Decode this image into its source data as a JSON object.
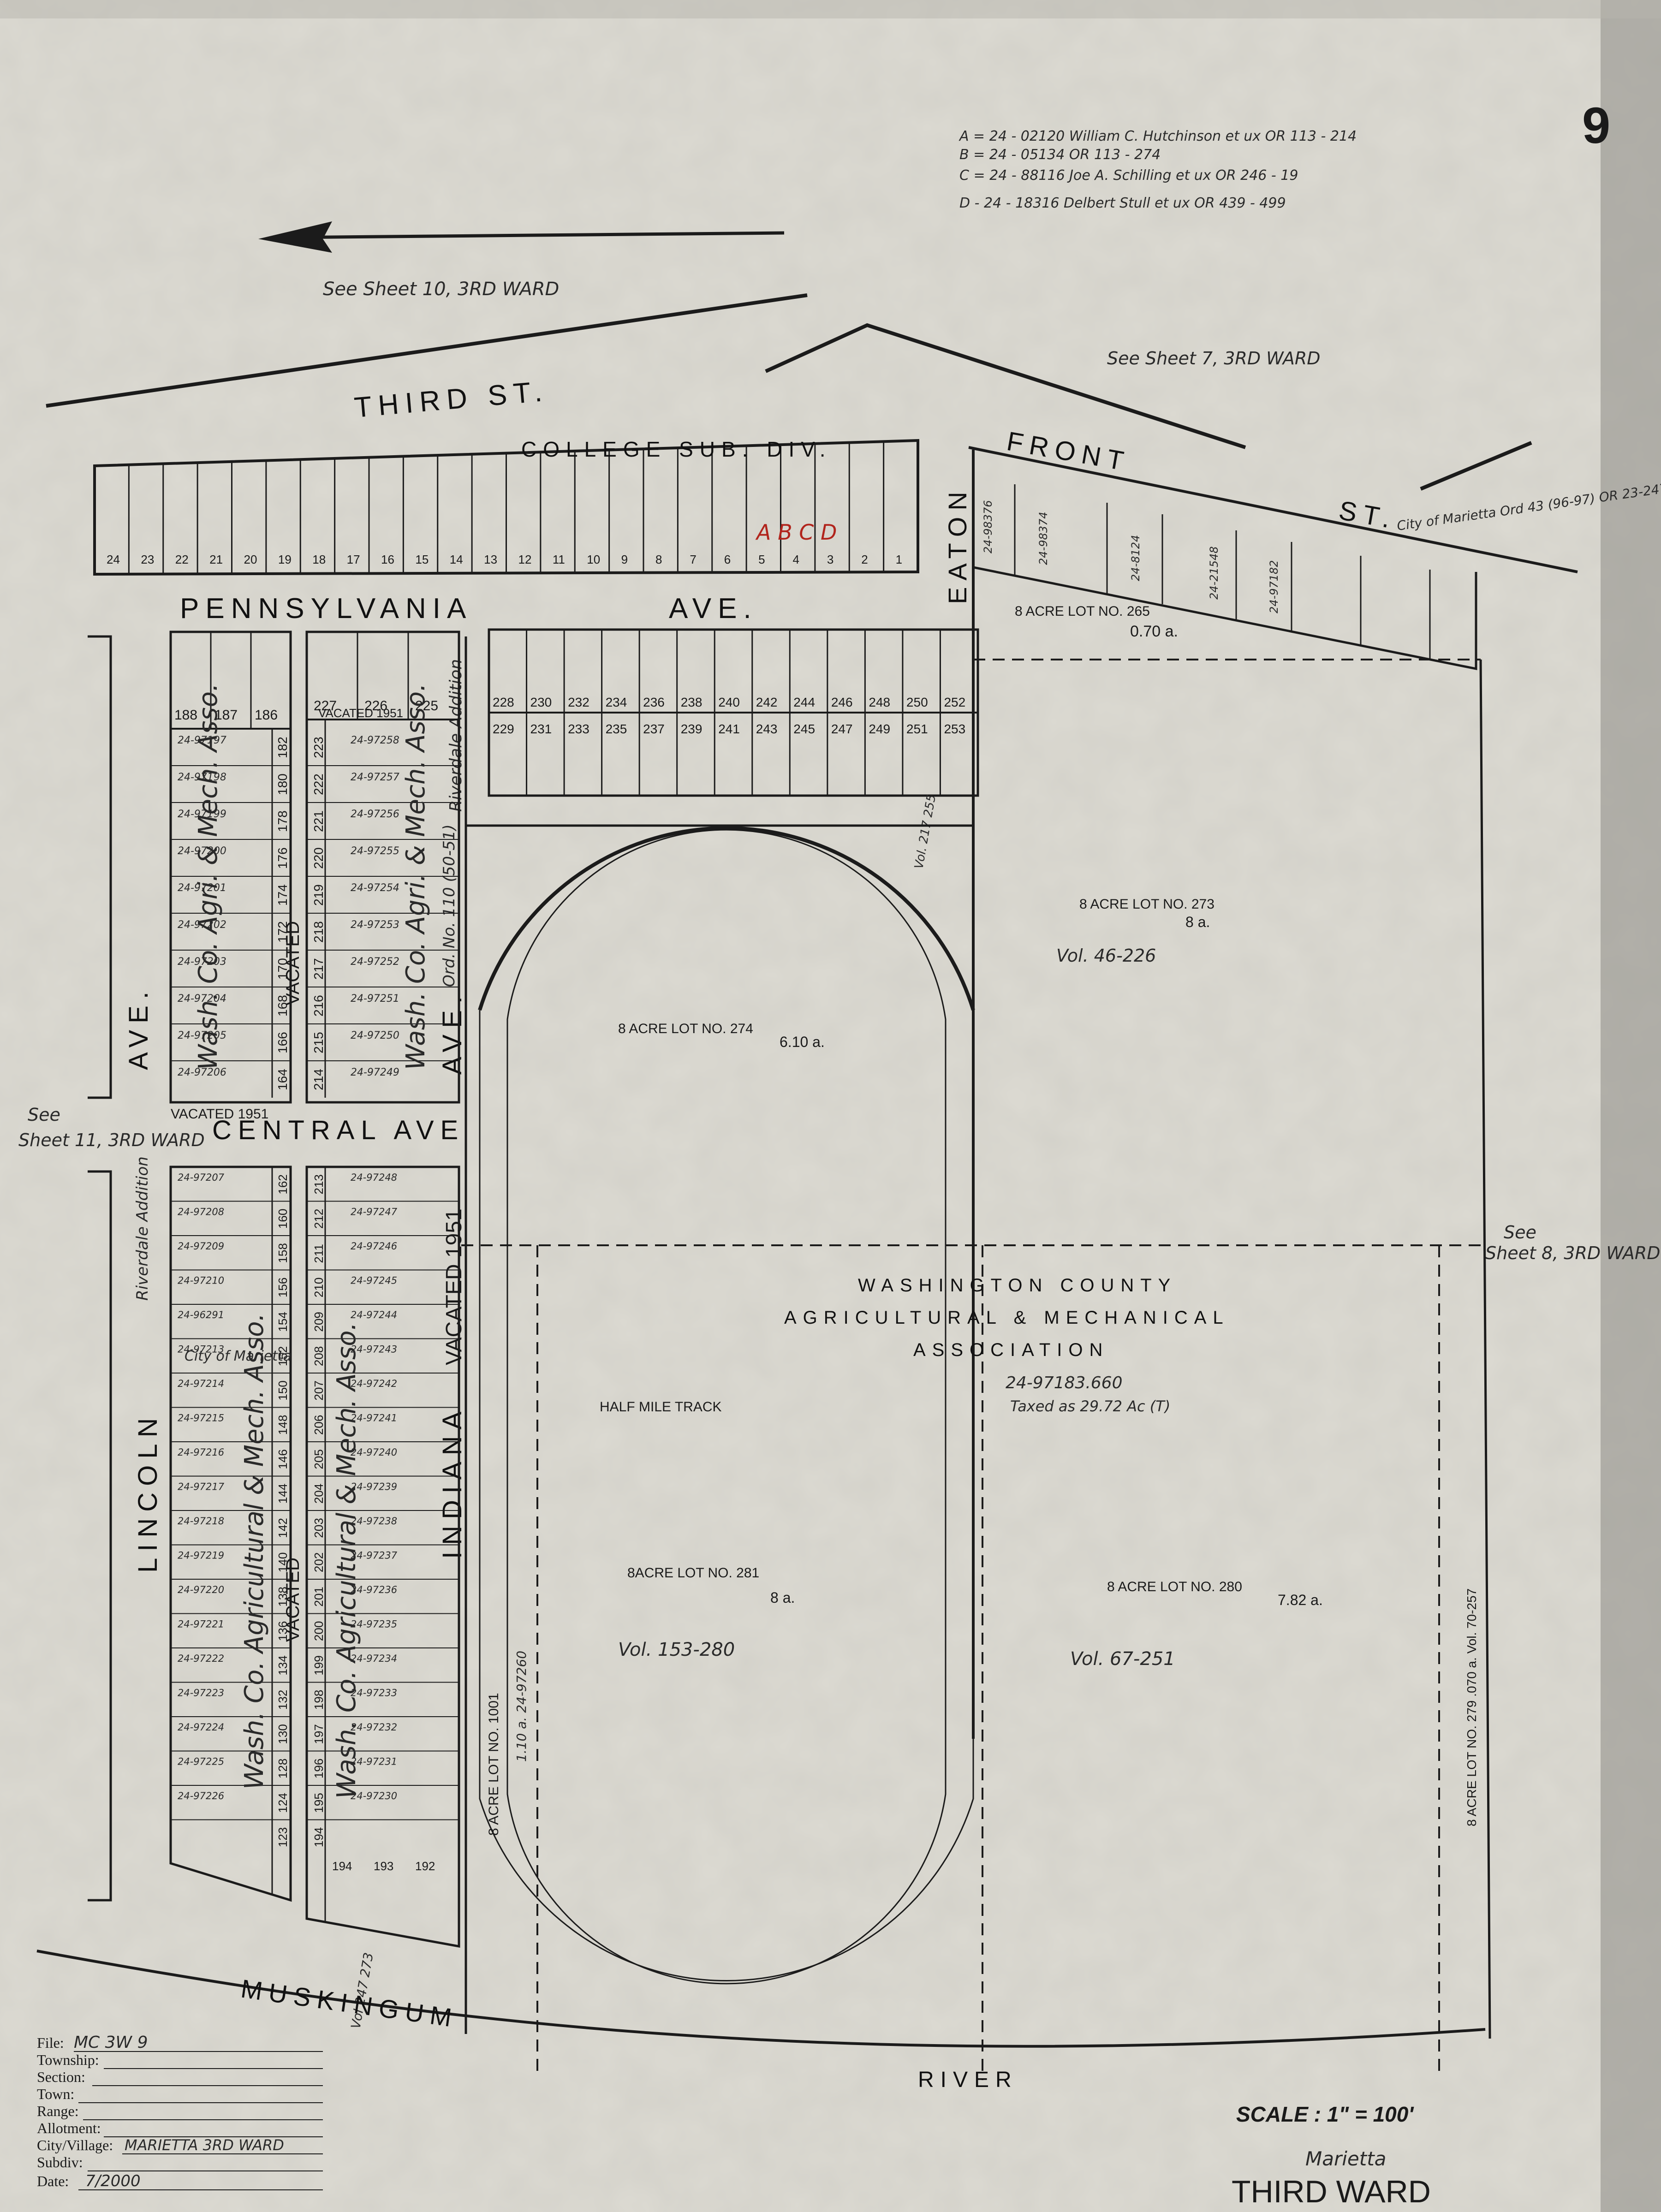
{
  "sheet_number": "9",
  "legend_lines": [
    "A = 24 - 02120 William C. Hutchinson et ux OR 113 - 214",
    "B = 24 - 05134 OR 113 - 274",
    "C = 24 - 88116 Joe A. Schilling et ux OR 246 - 19",
    "D - 24 - 18316 Delbert Stull et ux OR 439 - 499"
  ],
  "refs": {
    "sheet10": "See Sheet 10, 3RD WARD",
    "sheet7": "See Sheet 7, 3RD WARD",
    "sheet11a": "See",
    "sheet11b": "Sheet 11, 3RD WARD",
    "sheet8a": "See",
    "sheet8b": "Sheet 8, 3RD WARD"
  },
  "streets": {
    "third": "THIRD ST.",
    "front": "FRONT",
    "front_st": "ST.",
    "pennsylvania": "PENNSYLVANIA",
    "penn_ave": "AVE.",
    "eaton": "EATON",
    "central": "CENTRAL AVE",
    "lincoln": "LINCOLN",
    "lincoln_ave": "AVE.",
    "indiana": "INDIANA",
    "indiana_ave": "AVE.",
    "vacated_indiana": "VACATED 1951",
    "vacated_central": "VACATED 1951",
    "vacated_alley_top": "VACATED 1951",
    "vacated_alley_mid": "VACATED",
    "vacated_alley_low": "VACATED",
    "college": "COLLEGE SUB. DIV.",
    "river1": "MUSKINGUM",
    "river2": "RIVER"
  },
  "additions": {
    "riverdale_top": "Riverdale Addition",
    "riverdale_left": "Riverdale Addition",
    "ord": "Ord. No. 110 (50-51)",
    "city_marietta": "City of Marietta Ord 43 (96-97) OR 23-247",
    "city_marietta_left": "City of Marietta"
  },
  "owners": {
    "wash_top_left": "Wash. Co. Agri. & Mech. Asso.",
    "wash_top_right": "Wash. Co. Agri. & Mech. Asso.",
    "wash_low_left": "Wash. Co. Agricultural & Mech. Asso.",
    "wash_low_right": "Wash. Co. Agricultural & Mech. Asso."
  },
  "lots": {
    "lot265": "8 ACRE LOT NO. 265",
    "lot265_area": "0.70 a.",
    "lot273": "8 ACRE LOT NO. 273",
    "lot273_area": "8 a.",
    "lot273_vol": "Vol. 46-226",
    "lot274": "8 ACRE LOT NO. 274",
    "lot274_area": "6.10 a.",
    "lot281": "8ACRE LOT NO. 281",
    "lot281_area": "8 a.",
    "lot281_vol": "Vol. 153-280",
    "lot280": "8 ACRE LOT NO. 280",
    "lot280_area": "7.82 a.",
    "lot280_vol": "Vol. 67-251",
    "lot1001": "8 ACRE LOT NO. 1001",
    "lot1001_area": "1.10 a. 24-97260",
    "lot279": "8 ACRE LOT NO. 279 .070 a. Vol. 70-257",
    "half_mile": "HALF MILE TRACK",
    "vol_small": "Vol. 217 255"
  },
  "association": {
    "line1": "WASHINGTON COUNTY",
    "line2": "AGRICULTURAL & MECHANICAL",
    "line3": "ASSOCIATION",
    "parcel": "24-97183.660",
    "taxed": "Taxed as 29.72 Ac (T)"
  },
  "lot_numbers": {
    "penn_north": [
      "24",
      "23",
      "22",
      "21",
      "20",
      "19",
      "18",
      "17",
      "16",
      "15",
      "14",
      "13",
      "12",
      "11",
      "10",
      "9",
      "8",
      "7",
      "6",
      "5",
      "4",
      "3",
      "2",
      "1"
    ],
    "penn_south_top": [
      "228",
      "230",
      "232",
      "234",
      "236",
      "238",
      "240",
      "242",
      "244",
      "246",
      "248",
      "250",
      "252"
    ],
    "penn_south_bot": [
      "229",
      "231",
      "233",
      "235",
      "237",
      "239",
      "241",
      "243",
      "245",
      "247",
      "249",
      "251",
      "253"
    ],
    "left_top_row": [
      "188",
      "187",
      "186"
    ],
    "mid_top_row": [
      "227",
      "226",
      "225"
    ],
    "left_col_a": [
      "182",
      "180",
      "178",
      "176",
      "174",
      "172",
      "170",
      "168",
      "166",
      "164"
    ],
    "mid_col_a": [
      "223",
      "222",
      "221",
      "220",
      "219",
      "218",
      "217",
      "216",
      "215",
      "214"
    ],
    "left_col_b": [
      "162",
      "160",
      "158",
      "156",
      "154",
      "152",
      "150",
      "148",
      "146",
      "144",
      "142",
      "140",
      "138",
      "136",
      "134",
      "132",
      "130",
      "128",
      "124",
      "123"
    ],
    "mid_col_b": [
      "213",
      "212",
      "211",
      "210",
      "209",
      "208",
      "207",
      "206",
      "205",
      "204",
      "203",
      "202",
      "201",
      "200",
      "199",
      "198",
      "197",
      "196",
      "195",
      "194"
    ],
    "bottom_row": [
      "194",
      "193",
      "192"
    ]
  },
  "parcels": {
    "left_col_a": [
      "24-97197",
      "24-97198",
      "24-97199",
      "24-97200",
      "24-97201",
      "24-97202",
      "24-97203",
      "24-97204",
      "24-97205",
      "24-97206"
    ],
    "mid_col_a": [
      "24-97258",
      "24-97257",
      "24-97256",
      "24-97255",
      "24-97254",
      "24-97253",
      "24-97252",
      "24-97251",
      "24-97250",
      "24-97249"
    ],
    "left_col_b": [
      "24-97207",
      "24-97208",
      "24-97209",
      "24-97210",
      "24-96291",
      "24-97213",
      "24-97214",
      "24-97215",
      "24-97216",
      "24-97217",
      "24-97218",
      "24-97219",
      "24-97220",
      "24-97221",
      "24-97222",
      "24-97223",
      "24-97224",
      "24-97225",
      "24-97226"
    ],
    "mid_col_b": [
      "24-97248",
      "24-97247",
      "24-97246",
      "24-97245",
      "24-97244",
      "24-97243",
      "24-97242",
      "24-97241",
      "24-97240",
      "24-97239",
      "24-97238",
      "24-97237",
      "24-97236",
      "24-97235",
      "24-97234",
      "24-97233",
      "24-97232",
      "24-97231",
      "24-97230"
    ]
  },
  "frontst": {
    "p1": "24-98376",
    "p2": "24-8124",
    "p3": "24-21548",
    "p4": "24-97182",
    "p5": "24-98374",
    "marks": "A B C D"
  },
  "scale": "SCALE : 1\" = 100'",
  "title_small": "Marietta",
  "title": "THIRD WARD",
  "info_block": {
    "file_label": "File:",
    "file_value": "MC 3W 9",
    "township_label": "Township:",
    "section_label": "Section:",
    "town_label": "Town:",
    "range_label": "Range:",
    "allotment_label": "Allotment:",
    "city_label": "City/Village:",
    "city_value": "MARIETTA 3RD WARD",
    "subdiv_label": "Subdiv:",
    "date_label": "Date:",
    "date_value": "7/2000"
  },
  "vol_bottom": "Vol 247 273",
  "colors": {
    "paper": "#d9d7cf",
    "ink": "#1b1b1b",
    "red_ink": "#b1241c"
  }
}
